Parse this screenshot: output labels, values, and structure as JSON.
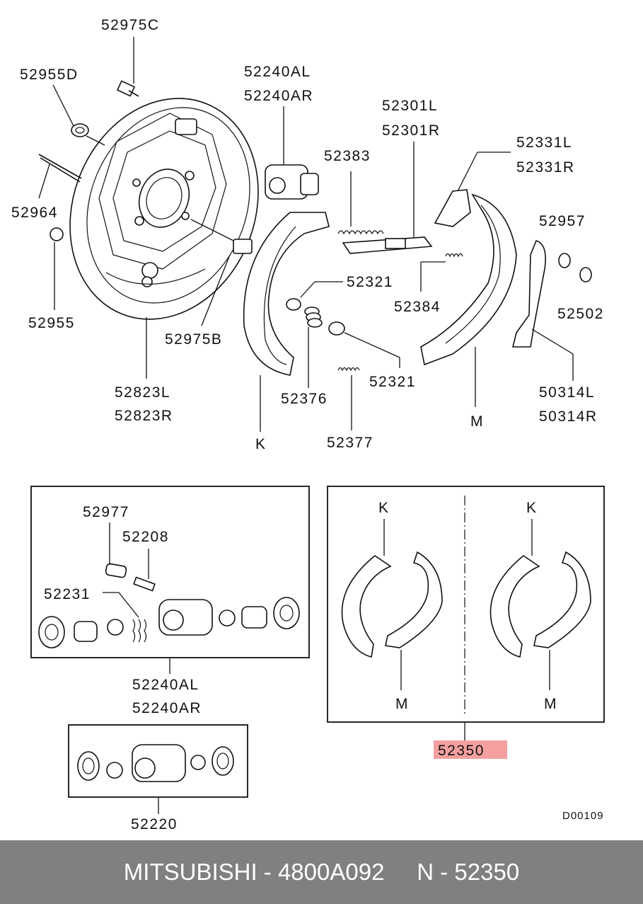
{
  "diagram": {
    "labels": {
      "p52975C": "52975C",
      "p52955D": "52955D",
      "p52964": "52964",
      "p52955": "52955",
      "p52240AL_top": "52240AL",
      "p52240AR_top": "52240AR",
      "p52301L": "52301L",
      "p52301R": "52301R",
      "p52383": "52383",
      "p52331L": "52331L",
      "p52331R": "52331R",
      "p52957": "52957",
      "p52502": "52502",
      "p52321a": "52321",
      "p52384": "52384",
      "p52975B": "52975B",
      "p52376": "52376",
      "p52321b": "52321",
      "p52823L": "52823L",
      "p52823R": "52823R",
      "p50314L": "50314L",
      "p50314R": "50314R",
      "pK_main": "K",
      "pM_main": "M",
      "p52377": "52377",
      "p52977": "52977",
      "p52208": "52208",
      "p52231": "52231",
      "p52240AL_box": "52240AL",
      "p52240AR_box": "52240AR",
      "p52220": "52220",
      "pK_left": "K",
      "pK_right": "K",
      "pM_left": "M",
      "pM_right": "M",
      "p52350": "52350",
      "code": "D00109"
    },
    "highlight_color": "#f4a0a0"
  },
  "footer": {
    "text": "MITSUBISHI - 4800A092     N - 52350"
  }
}
